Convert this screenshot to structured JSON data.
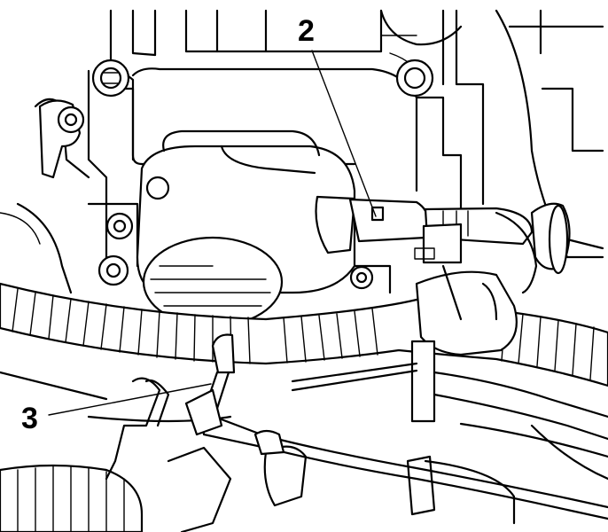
{
  "callouts": [
    {
      "id": "2",
      "text": "2"
    },
    {
      "id": "3",
      "text": "3"
    }
  ]
}
